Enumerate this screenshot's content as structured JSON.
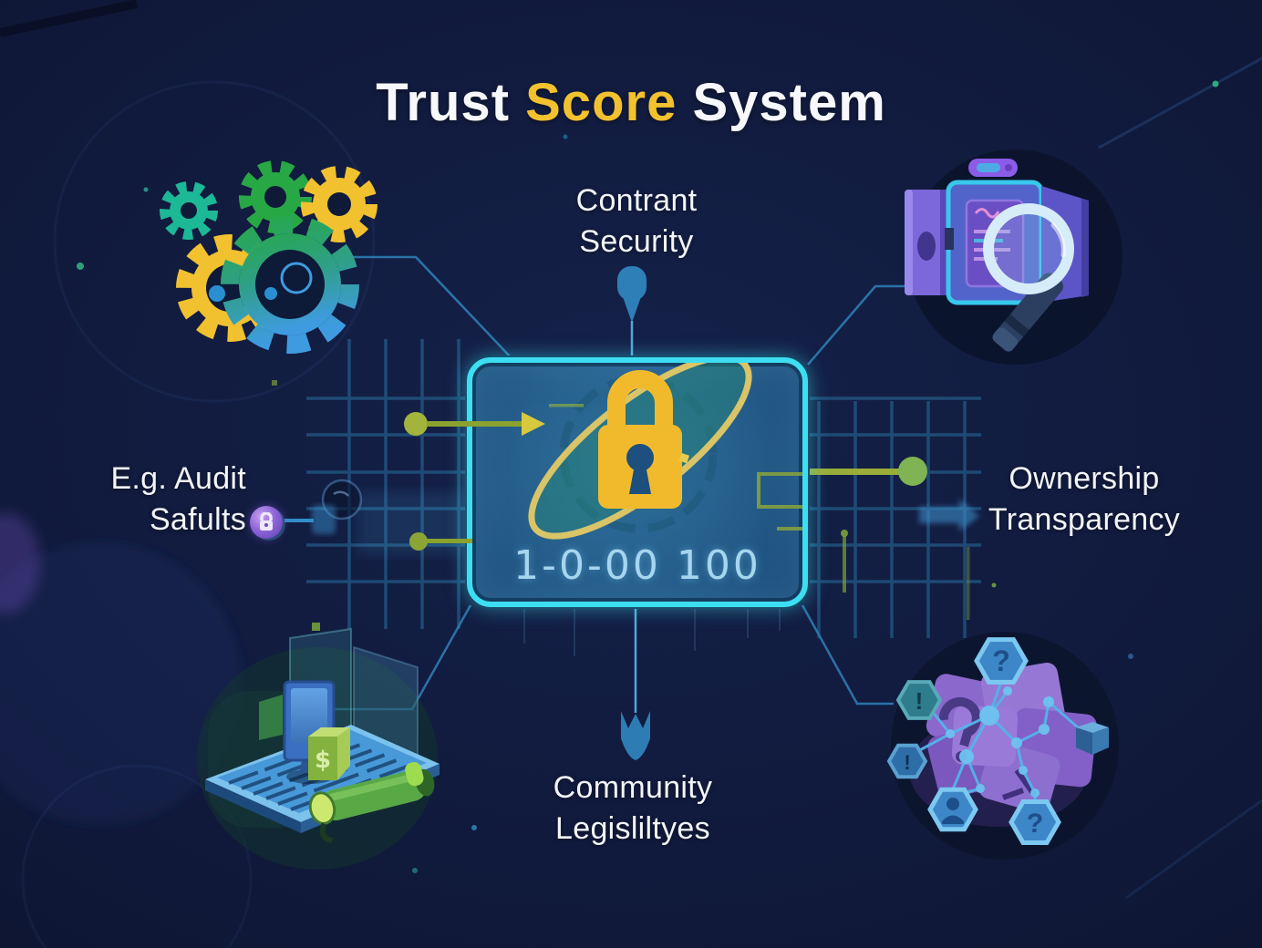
{
  "title": {
    "part1": "Trust ",
    "part2": "Score",
    "part3": " System"
  },
  "center_panel": {
    "score_range_text": "1-0-00 100",
    "icon": "padlock-icon"
  },
  "labels": {
    "top": {
      "line1": "Contrant",
      "line2": "Security"
    },
    "left": {
      "line1": "E.g. Audit",
      "line2": "Safults"
    },
    "right": {
      "line1": "Ownership",
      "line2": "Transparency"
    },
    "bottom": {
      "line1": "Community",
      "line2": "Legisliltyes"
    }
  },
  "icons": {
    "top_left": "gears-icon",
    "top_right": "vault-magnifier-icon",
    "bottom_left": "ledger-document-icon",
    "bottom_right": "network-blocks-icon",
    "left_badge": "padlock-badge-icon",
    "center": "padlock-icon",
    "glyphs": {
      "dollar": "$",
      "question": "?",
      "exclaim": "!"
    }
  },
  "colors": {
    "background": "#101a3c",
    "title_accent": "#f2c12e",
    "panel_border": "#3edef2",
    "panel_fill": "#27618e",
    "lock_yellow": "#f1ba2c",
    "score_text": "#a5d6ef",
    "connector_blue": "#2d7cb3",
    "grid_cyan": "#35a9dd",
    "olive_green": "#9aad3b",
    "cluster_purple": "#8a68cc",
    "node_blue": "#53b4ea"
  }
}
